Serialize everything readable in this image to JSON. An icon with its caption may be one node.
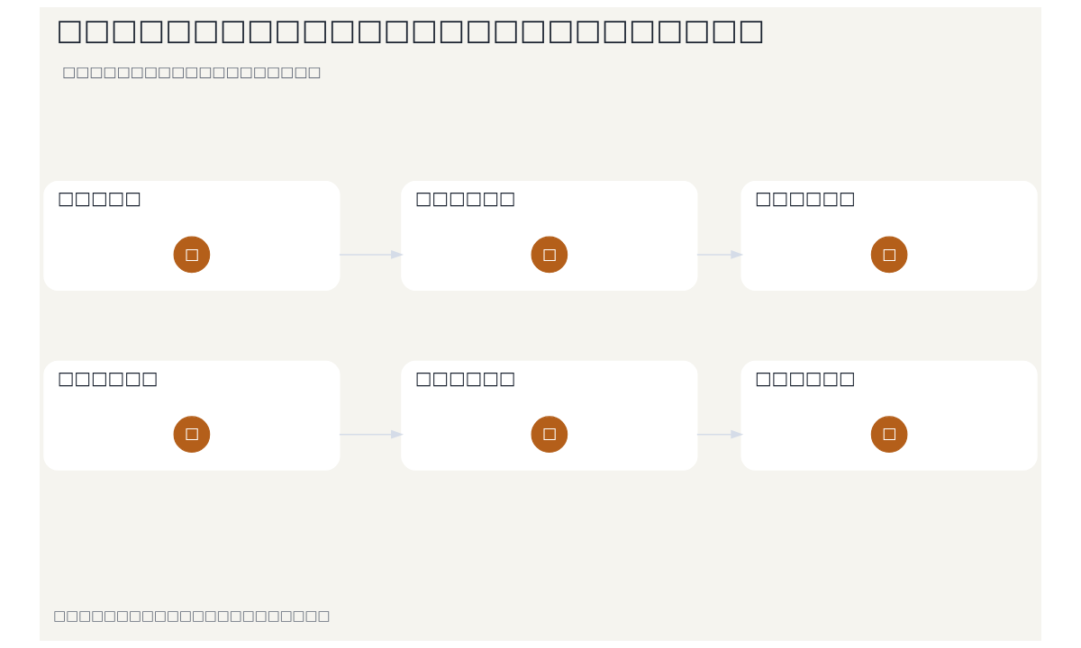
{
  "diagram": {
    "title": "□□□□□□□□□□□□□□□□□□□□□□□□□□",
    "caption": "□□□□□□□□□□□□□□□□□□□□□□",
    "nodes": [
      {
        "text": [
          "□□□□□□"
        ]
      },
      {
        "text": [
          "□"
        ],
        "in": 0
      },
      {
        "text": [
          "□□□□□□"
        ]
      },
      {
        "text": [
          "□"
        ],
        "in": 2
      },
      {
        "text": [
          "□□□□□□"
        ]
      },
      {
        "text": [
          "□"
        ],
        "in": 4
      },
      {
        "text": [
          "□□□□□"
        ]
      },
      {
        "text": [
          "□"
        ],
        "in": 6
      },
      {
        "text": [
          "□□□□□□"
        ]
      },
      {
        "text": [
          "□"
        ],
        "in": 8
      },
      {
        "text": [
          "□□□□□□"
        ]
      },
      {
        "text": [
          "□"
        ],
        "in": 10
      }
    ],
    "edges": [
      {
        "from": 0,
        "to": 2,
        "arrow": "to"
      },
      {
        "from": 2,
        "to": 4,
        "arrow": "to"
      },
      {
        "from": 6,
        "to": 8,
        "arrow": "to"
      },
      {
        "from": 8,
        "to": 10,
        "arrow": "to"
      }
    ],
    "labels": [
      "□□□□□□□□□□□□□□□□□□□"
    ]
  }
}
